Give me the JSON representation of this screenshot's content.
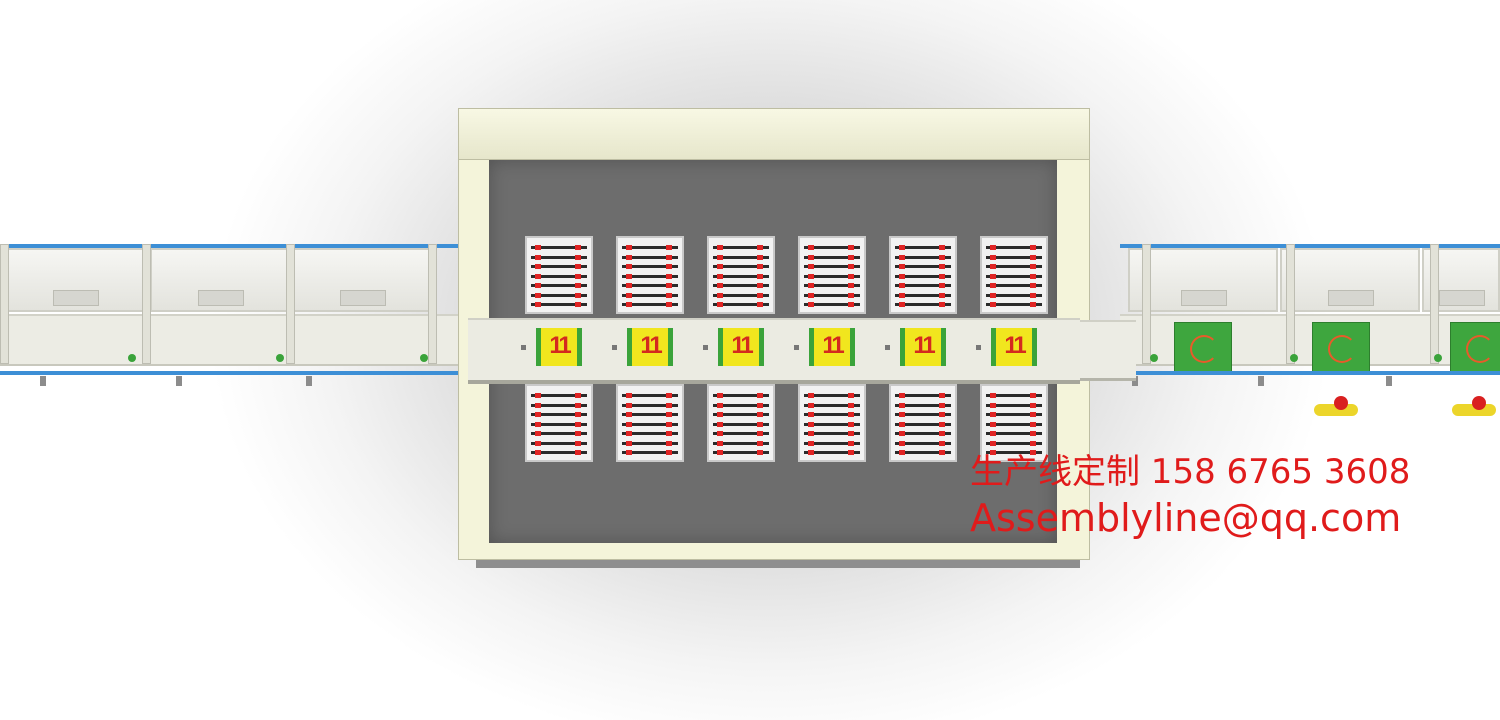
{
  "scene": {
    "description_visible_items": [
      "conveyor-left",
      "paint-booth",
      "conveyor-right"
    ],
    "rack_count_top": 6,
    "rack_count_bottom": 6,
    "direction_sign_glyph": "11",
    "colors": {
      "accent_red": "#e01b1b",
      "rail_blue": "#3d8fd6",
      "pad_green": "#3ea63e",
      "sign_yellow": "#f1e61e"
    }
  },
  "watermark": {
    "line1": "生产线定制 158 6765 3608",
    "line2": "Assemblyline@qq.com"
  }
}
